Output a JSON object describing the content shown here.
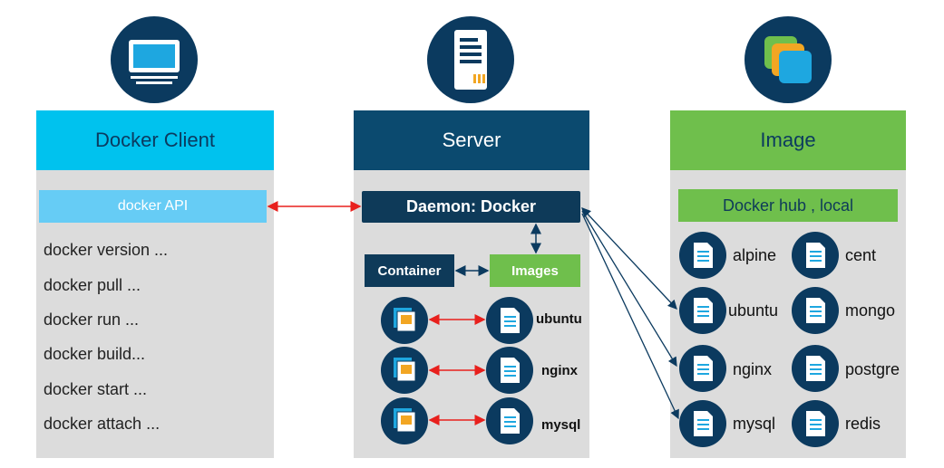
{
  "columns": {
    "client": {
      "title": "Docker Client"
    },
    "server": {
      "title": "Server"
    },
    "image": {
      "title": "Image"
    }
  },
  "client": {
    "api_label": "docker API",
    "commands": [
      "docker version ...",
      "docker pull ...",
      "docker run ...",
      "docker build...",
      "docker start ...",
      "docker attach ..."
    ]
  },
  "server": {
    "daemon_label": "Daemon: Docker",
    "container_label": "Container",
    "images_label": "Images",
    "images": [
      "ubuntu",
      "nginx",
      "mysql"
    ]
  },
  "image": {
    "hub_label": "Docker hub , local",
    "left": [
      "alpine",
      "ubuntu",
      "nginx",
      "mysql"
    ],
    "right": [
      "cent",
      "mongo",
      "postgre",
      "redis"
    ]
  },
  "icons": {
    "client": "monitor-icon",
    "server": "server-tower-icon",
    "image": "stacked-layers-icon",
    "file": "document-icon",
    "container": "container-icon"
  },
  "colors": {
    "client_header": "#00c2ee",
    "server_header": "#0b4a6f",
    "image_header": "#6fbf4c",
    "panel": "#dcdcdc",
    "navy": "#0b3a5f",
    "arrow_red": "#e8201d"
  }
}
